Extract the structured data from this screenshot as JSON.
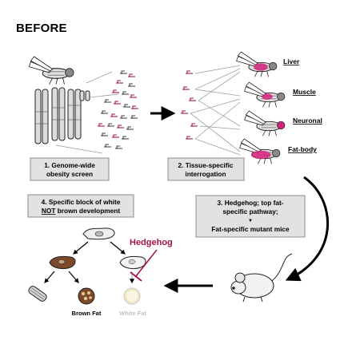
{
  "heading": "BEFORE",
  "steps": {
    "step1": {
      "line1": "1. Genome-wide",
      "line2": "obesity screen"
    },
    "step2": {
      "line1": "2. Tissue-specific",
      "line2": "interrogation"
    },
    "step3": {
      "line1": "3. Hedgehog; top fat-",
      "line2": "specific pathway;",
      "arrow": "▼",
      "line3": "Fat-specific mutant mice"
    },
    "step4": {
      "line1": "4. Specific block of white",
      "line2_emph": "NOT",
      "line2_rest": " brown development"
    }
  },
  "tissues": {
    "liver": "Liver",
    "muscle": "Muscle",
    "neuronal": "Neuronal",
    "fatbody": "Fat-body"
  },
  "pathway": "Hedgehog",
  "fates": {
    "brown": "Brown Fat",
    "white": "White Fat"
  },
  "colors": {
    "accent": "#a3164a",
    "fly_highlight": "#d6217a",
    "box_fill": "#e2e2e2",
    "box_border": "#8c8c8c",
    "brown_cell": "#7a4a2a",
    "white_fat": "#f3e7c4"
  }
}
